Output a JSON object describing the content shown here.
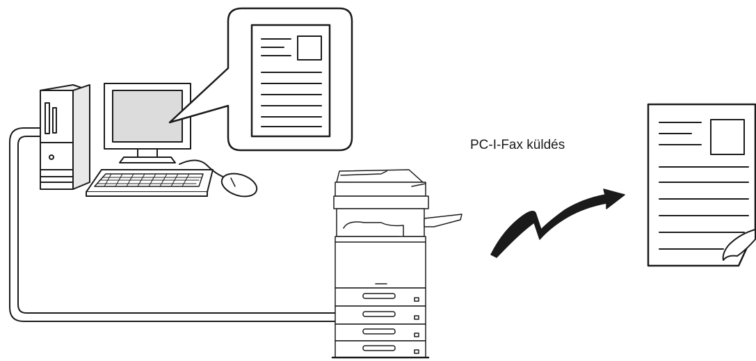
{
  "diagram": {
    "caption": "PC-I-Fax küldés",
    "nodes": [
      {
        "id": "pc",
        "icon": "desktop-computer-icon"
      },
      {
        "id": "monitor-document",
        "icon": "document-icon"
      },
      {
        "id": "mfp",
        "icon": "multifunction-printer-icon"
      },
      {
        "id": "received-document",
        "icon": "paper-document-icon"
      }
    ],
    "edges": [
      {
        "from": "pc",
        "to": "mfp",
        "style": "cable"
      },
      {
        "from": "mfp",
        "to": "received-document",
        "style": "lightning-arrow"
      }
    ],
    "colors": {
      "line": "#1a1a1a",
      "paper": "#ffffff",
      "screen": "#dcdcdc"
    }
  }
}
